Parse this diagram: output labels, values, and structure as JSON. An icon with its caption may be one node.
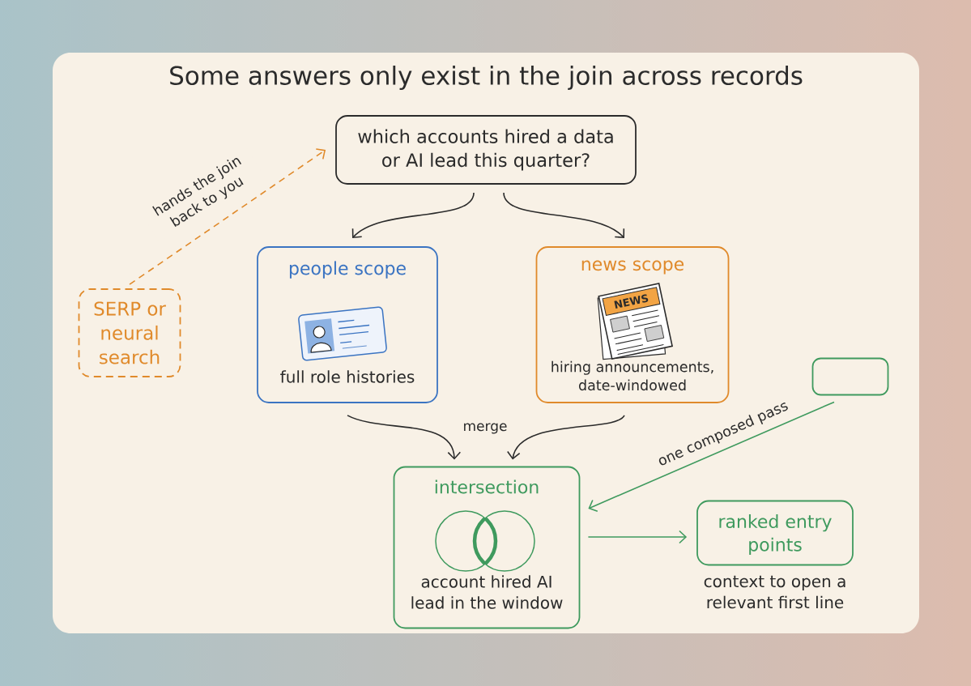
{
  "diagram": {
    "title": "Some answers only exist in the join across records",
    "nodes": [
      {
        "text": [
          "which accounts hired a data or AI lead this quarter?"
        ]
      },
      {
        "text": [
          "people scope",
          "full role histories"
        ]
      },
      {
        "text": [
          "news scope",
          "hiring announcements, date-windowed"
        ]
      },
      {
        "text": [
          "SERP or neural search"
        ]
      },
      {
        "text": [],
        "shape": "box"
      },
      {
        "text": [
          "intersection",
          "account hired AI lead in the window"
        ]
      },
      {
        "text": [
          "ranked entry points"
        ],
        "beside": [
          "context to open a relevant first line"
        ]
      }
    ],
    "edges": [
      {
        "from": 0,
        "to": 1,
        "arrow": "to"
      },
      {
        "from": 0,
        "to": 2,
        "arrow": "to"
      },
      {
        "from": 1,
        "to": 5,
        "arrow": "to",
        "label": "merge"
      },
      {
        "from": 2,
        "to": 5,
        "arrow": "to"
      },
      {
        "from": 3,
        "to": 0,
        "arrow": "to",
        "label": "hands the join back to you",
        "style": "dashed",
        "color": "#e08a2b"
      },
      {
        "from": 4,
        "to": 5,
        "arrow": "to",
        "label": "one composed pass",
        "color": "#3f9a5e"
      },
      {
        "from": 5,
        "to": 6,
        "arrow": "to",
        "color": "#3f9a5e"
      }
    ],
    "labels": [
      "NEWS"
    ]
  }
}
